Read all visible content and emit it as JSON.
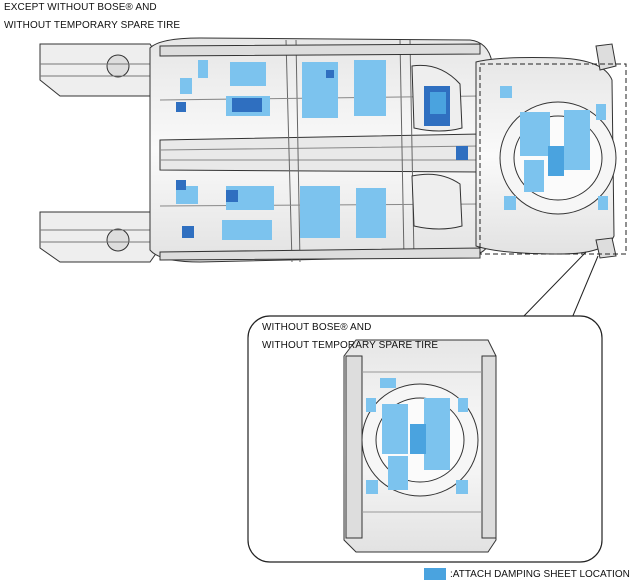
{
  "main_caption": {
    "line1": "EXCEPT WITHOUT BOSE® AND",
    "line2": "WITHOUT TEMPORARY SPARE TIRE"
  },
  "detail_caption": {
    "line1": "WITHOUT BOSE® AND",
    "line2": "WITHOUT TEMPORARY SPARE TIRE"
  },
  "legend": {
    "label": ":ATTACH DAMPING SHEET LOCATION",
    "color": "#4aa3df"
  },
  "colors": {
    "damping_sheet": "#4aa3df",
    "damping_sheet_light": "#7cc3ee",
    "damping_sheet_dark": "#2f6fc0",
    "body_outline": "#333333",
    "body_fill": "#f2f2f2"
  }
}
